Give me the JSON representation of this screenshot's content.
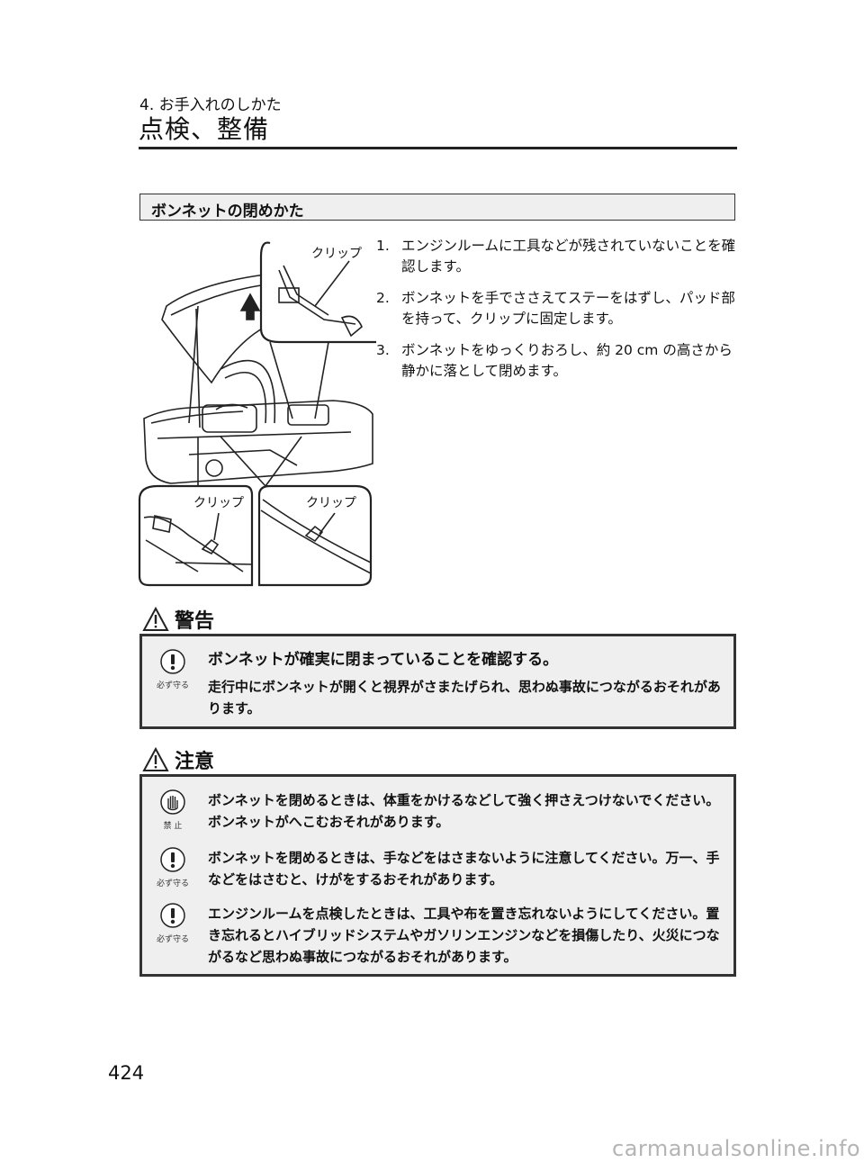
{
  "header": {
    "chapter": "4. お手入れのしかた",
    "title": "点検、整備"
  },
  "section": {
    "heading": "ボンネットの閉めかた",
    "steps": [
      {
        "num": "1.",
        "text": "エンジンルームに工具などが残されていないことを確認します。"
      },
      {
        "num": "2.",
        "text": "ボンネットを手でささえてステーをはずし、パッド部を持って、クリップに固定します。"
      },
      {
        "num": "3.",
        "text": "ボンネットをゆっくりおろし、約 20 cm の高さから静かに落として閉めます。"
      }
    ]
  },
  "illustration": {
    "clip_label_top": "クリップ",
    "clip_label_left": "クリップ",
    "clip_label_right": "クリップ"
  },
  "warning": {
    "label": "警告",
    "icon": "mandatory-icon",
    "icon_label": "必ず守る",
    "title": "ボンネットが確実に閉まっていることを確認する。",
    "text": "走行中にボンネットが開くと視界がさまたげられ、思わぬ事故につながるおそれがあります。"
  },
  "caution": {
    "label": "注意",
    "items": [
      {
        "icon": "prohibited-hand-icon",
        "icon_label": "禁 止",
        "text": "ボンネットを閉めるときは、体重をかけるなどして強く押さえつけないでください。ボンネットがへこむおそれがあります。"
      },
      {
        "icon": "mandatory-icon",
        "icon_label": "必ず守る",
        "text": "ボンネットを閉めるときは、手などをはさまないように注意してください。万一、手などをはさむと、けがをするおそれがあります。"
      },
      {
        "icon": "mandatory-icon",
        "icon_label": "必ず守る",
        "text": "エンジンルームを点検したときは、工具や布を置き忘れないようにしてください。置き忘れるとハイブリッドシステムやガソリンエンジンなどを損傷したり、火災につながるなど思わぬ事故につながるおそれがあります。"
      }
    ]
  },
  "footer": {
    "page_number": "424",
    "watermark": "carmanualsonline.info"
  }
}
